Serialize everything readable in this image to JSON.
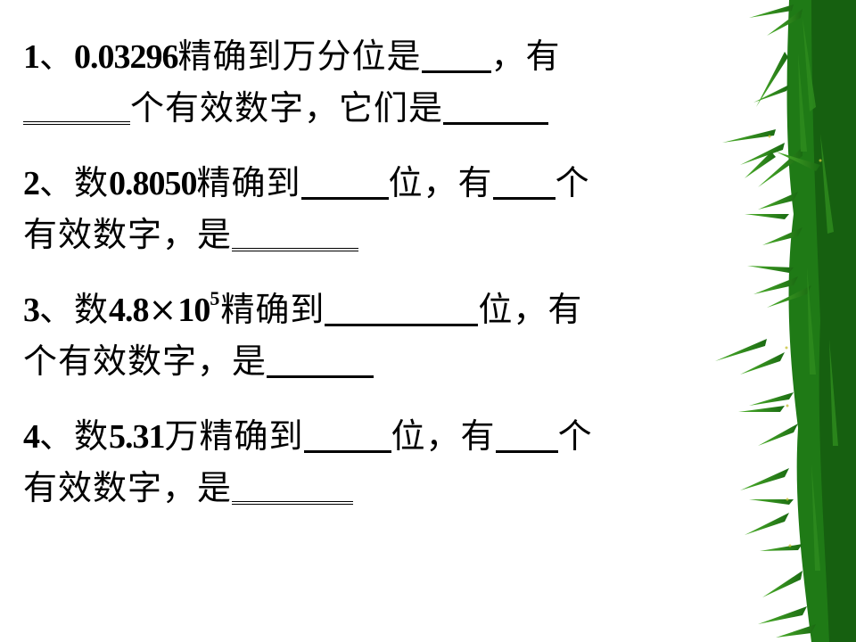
{
  "slide": {
    "questions": [
      {
        "number": "1",
        "sep": "、",
        "line1": {
          "value": "0.03296",
          "text_a": "精确到万分位是",
          "blank_a": "",
          "text_b": "，有"
        },
        "line2": {
          "blank_a": "",
          "text_a": "个有效数字，它们是",
          "blank_b": ""
        }
      },
      {
        "number": "2",
        "sep": "、",
        "line1": {
          "prefix": "数",
          "value": "0.8050",
          "text_a": "精确到",
          "blank_a": "",
          "text_b": "位，有",
          "blank_b": "",
          "text_c": "个"
        },
        "line2": {
          "text_a": "有效数字，是",
          "blank_a": ""
        }
      },
      {
        "number": "3",
        "sep": "、",
        "line1": {
          "prefix": "数",
          "value": "4.8",
          "times": "×",
          "base": "10",
          "exponent": "5",
          "text_a": "精确到",
          "blank_a": "",
          "text_b": "位，有"
        },
        "line2": {
          "text_a": "个有效数字，是",
          "blank_a": ""
        }
      },
      {
        "number": "4",
        "sep": "、",
        "line1": {
          "prefix": "数",
          "value": "5.31",
          "text_a": "万精确到",
          "blank_a": "",
          "text_b": "位，有",
          "blank_b": "",
          "text_c": "个"
        },
        "line2": {
          "text_a": "有效数字，是",
          "blank_a": ""
        }
      }
    ],
    "decoration": {
      "icon": "bamboo-leaves-icon",
      "leaf_color": "#2e8b1e",
      "leaf_dark": "#1a6b12",
      "leaf_light": "#4caf2a"
    }
  }
}
